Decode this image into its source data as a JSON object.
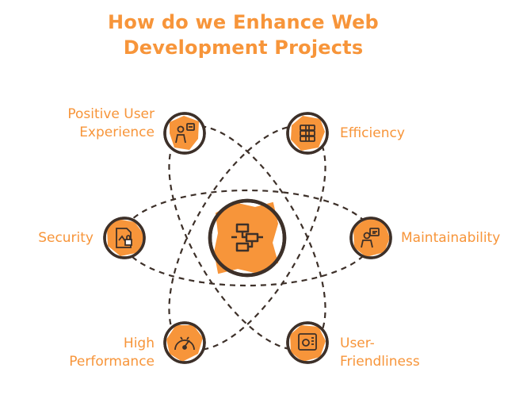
{
  "title": {
    "line1": "How do we Enhance Web",
    "line2": "Development Projects"
  },
  "nodes": {
    "positive_user_experience": {
      "line1": "Positive User",
      "line2": "Experience",
      "icon": "user-feedback-icon"
    },
    "efficiency": {
      "line1": "Efficiency",
      "icon": "server-stack-icon"
    },
    "security": {
      "line1": "Security",
      "icon": "secure-document-icon"
    },
    "maintainability": {
      "line1": "Maintainability",
      "icon": "maintenance-user-icon"
    },
    "high_performance": {
      "line1": "High",
      "line2": "Performance",
      "icon": "speedometer-icon"
    },
    "user_friendliness": {
      "line1": "User-",
      "line2": "Friendliness",
      "icon": "interface-screen-icon"
    },
    "center": {
      "icon": "flowchart-icon"
    }
  },
  "colors": {
    "accent": "#f7953a",
    "outline": "#3d3029",
    "background": "#ffffff"
  }
}
